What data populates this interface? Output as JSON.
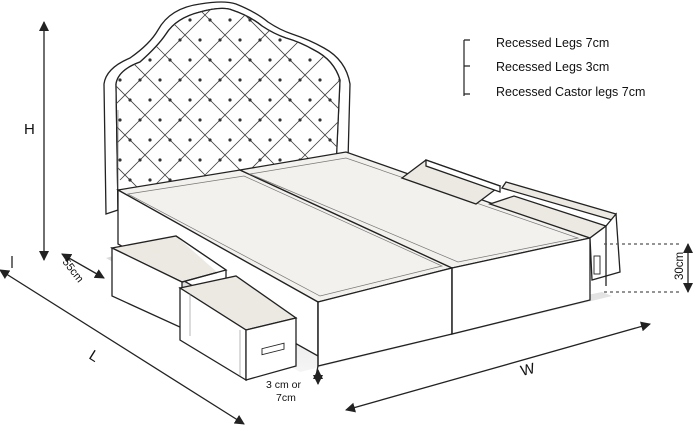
{
  "options": [
    {
      "label": "Recessed Legs 7cm"
    },
    {
      "label": "Recessed Legs 3cm"
    },
    {
      "label": "Recessed Castor legs 7cm"
    }
  ],
  "dimensions": {
    "height": "H",
    "length": "L",
    "width": "W",
    "depth": "55cm",
    "base_height": "30cm",
    "leg_line1": "3 cm or",
    "leg_line2": "7cm"
  },
  "colors": {
    "line": "#222222",
    "base_fill": "#ffffff",
    "mattress_top": "#f3f1ee",
    "drawer_inner": "#ece8e2",
    "shadow": "#d9d9d9",
    "tuft": "#333333"
  },
  "icons": [
    "tufted-headboard",
    "storage-drawer",
    "dimension-arrow"
  ]
}
